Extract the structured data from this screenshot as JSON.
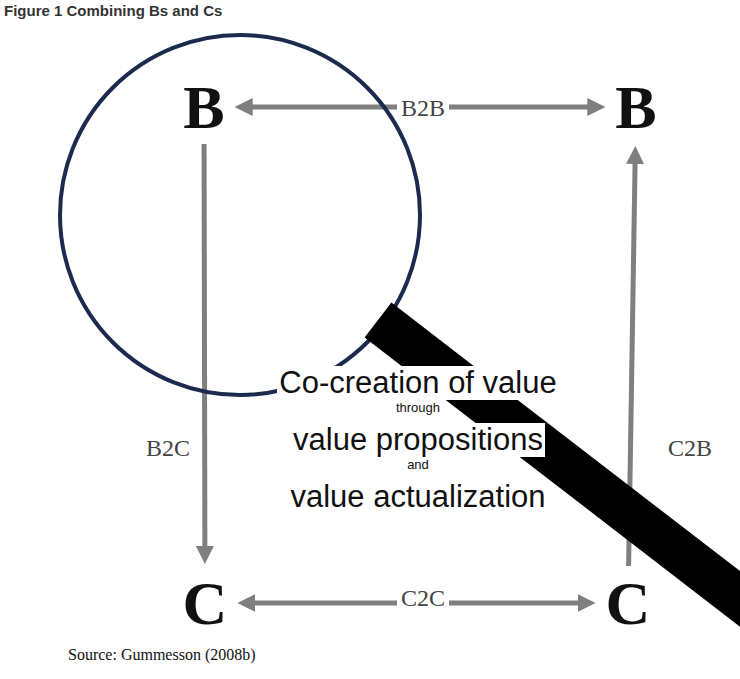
{
  "diagram": {
    "title": "Figure 1 Combining Bs and Cs",
    "caption": "Source: Gummesson (2008b)",
    "nodes": [
      {
        "text": [
          "B"
        ]
      },
      {
        "text": [
          "B"
        ]
      },
      {
        "text": [
          "C"
        ]
      },
      {
        "text": [
          "C"
        ]
      }
    ],
    "edges": [
      {
        "from": 0,
        "to": 1,
        "label": "B2B",
        "arrow": "both"
      },
      {
        "from": 0,
        "to": 2,
        "label": "B2C",
        "arrow": "to"
      },
      {
        "from": 2,
        "to": 3,
        "label": "C2C",
        "arrow": "both"
      },
      {
        "from": 3,
        "to": 1,
        "label": "C2B",
        "arrow": "to"
      }
    ],
    "labels": [
      "Co-creation of value",
      "through",
      "value propositions",
      "and",
      "value actualization"
    ]
  }
}
